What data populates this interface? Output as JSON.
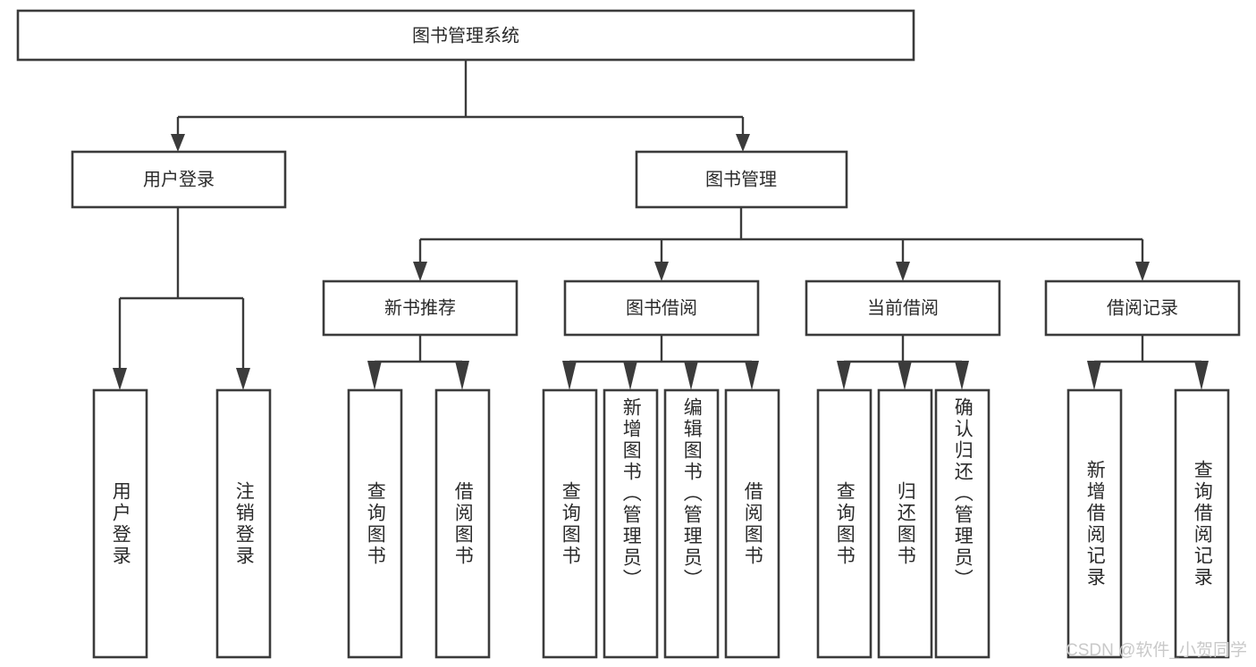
{
  "diagram": {
    "title": "图书管理系统",
    "type": "tree-hierarchy",
    "watermark": "CSDN @软件_小贺同学",
    "colors": {
      "background": "#ffffff",
      "box_stroke": "#3b3b3b",
      "box_fill": "#ffffff",
      "text": "#2b2b2b",
      "connector": "#3b3b3b",
      "watermark": "#c9c9c9"
    },
    "levels": {
      "root": {
        "label": "图书管理系统"
      },
      "level2": [
        {
          "id": "user-login",
          "label": "用户登录"
        },
        {
          "id": "book-manage",
          "label": "图书管理"
        }
      ],
      "level3": [
        {
          "id": "new-book-recommend",
          "label": "新书推荐"
        },
        {
          "id": "book-borrow",
          "label": "图书借阅"
        },
        {
          "id": "current-borrow",
          "label": "当前借阅"
        },
        {
          "id": "borrow-record",
          "label": "借阅记录"
        }
      ],
      "leaves": {
        "user_login": [
          {
            "id": "leaf-user-login",
            "label": "用户登录"
          },
          {
            "id": "leaf-logout-login",
            "label": "注销登录"
          }
        ],
        "new_book_recommend": [
          {
            "id": "leaf-query-book-1",
            "label": "查询图书"
          },
          {
            "id": "leaf-borrow-book-1",
            "label": "借阅图书"
          }
        ],
        "book_borrow": [
          {
            "id": "leaf-query-book-2",
            "label": "查询图书"
          },
          {
            "id": "leaf-add-book",
            "label": "新增图书（管理员）"
          },
          {
            "id": "leaf-edit-book",
            "label": "编辑图书（管理员）"
          },
          {
            "id": "leaf-borrow-book-2",
            "label": "借阅图书"
          }
        ],
        "current_borrow": [
          {
            "id": "leaf-query-book-3",
            "label": "查询图书"
          },
          {
            "id": "leaf-return-book",
            "label": "归还图书"
          },
          {
            "id": "leaf-confirm-return",
            "label": "确认归还（管理员）"
          }
        ],
        "borrow_record": [
          {
            "id": "leaf-add-record",
            "label": "新增借阅记录"
          },
          {
            "id": "leaf-query-record",
            "label": "查询借阅记录"
          }
        ]
      }
    }
  }
}
